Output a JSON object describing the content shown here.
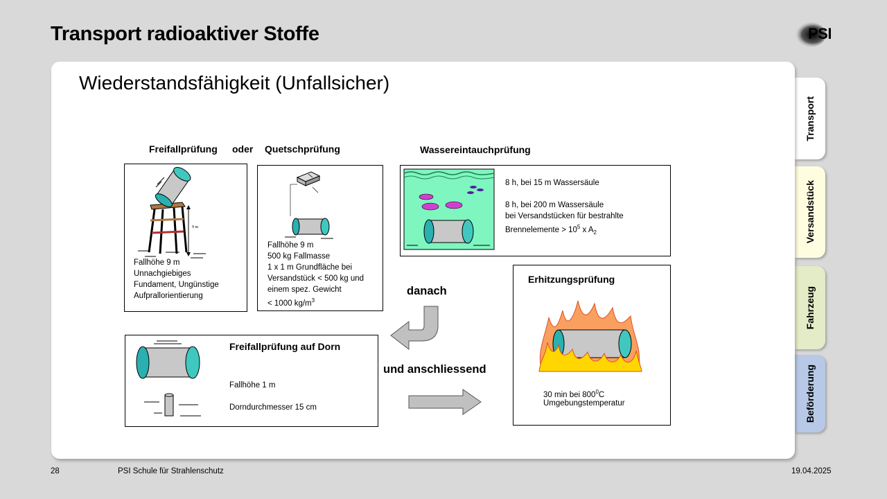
{
  "header": {
    "title": "Transport radioaktiver Stoffe",
    "logo_text": "PSI"
  },
  "slide": {
    "subtitle": "Wiederstandsfähigkeit (Unfallsicher)",
    "labels": {
      "freifall": "Freifallprüfung",
      "oder": "oder",
      "quetsch": "Quetschprüfung",
      "wasser": "Wassereintauchprüfung",
      "danach": "danach",
      "und_anschliessend": "und anschliessend",
      "erhitzung": "Erhitzungsprüfung",
      "dorn": "Freifallprüfung auf Dorn"
    },
    "freifall_box": {
      "height_label": "9 m",
      "lines": [
        "Fallhöhe 9 m",
        "Unnachgiebiges",
        "Fundament, Ungünstige",
        "Aufprallorientierung"
      ]
    },
    "quetsch_box": {
      "lines": [
        "Fallhöhe 9 m",
        "500 kg Fallmasse",
        "1 x 1 m Grundfläche bei",
        "Versandstück < 500 kg und",
        "einem spez. Gewicht"
      ],
      "last_prefix": "< 1000 kg/m",
      "last_sup": "3"
    },
    "wasser_box": {
      "line1": "8 h, bei 15 m Wassersäule",
      "line2": "8 h, bei 200 m Wassersäule",
      "line3": "bei Versandstücken für bestrahlte",
      "line4_prefix": "Brennelemente > 10",
      "line4_sup": "5",
      "line4_mid": " x A",
      "line4_sub": "2"
    },
    "erhitzung_box": {
      "line1_prefix": "30 min bei 800",
      "line1_sup": "0",
      "line1_suffix": "C",
      "line2": "Umgebungstemperatur"
    },
    "dorn_box": {
      "line1": "Fallhöhe 1 m",
      "line2": "Dorndurchmesser 15 cm"
    }
  },
  "tabs": [
    {
      "label": "Transport",
      "color": "#ffffff"
    },
    {
      "label": "Versandstück",
      "color": "#fffde0"
    },
    {
      "label": "Fahrzeug",
      "color": "#e3ecc6"
    },
    {
      "label": "Beförderung",
      "color": "#b7c9e6"
    }
  ],
  "footer": {
    "page": "28",
    "center": "PSI Schule für Strahlenschutz",
    "date": "19.04.2025"
  }
}
